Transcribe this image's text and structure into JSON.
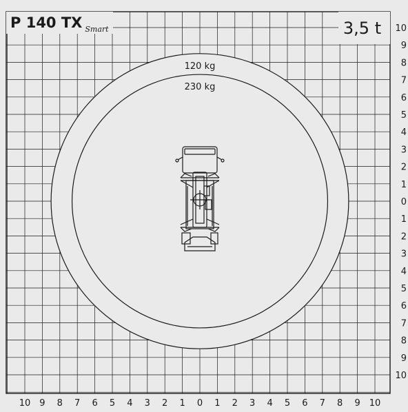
{
  "title": {
    "model": "P 140 TX",
    "variant": "Smart"
  },
  "capacity": "3,5 t",
  "chart_data": {
    "type": "diagram",
    "x_ticks": [
      "10",
      "9",
      "8",
      "7",
      "6",
      "5",
      "4",
      "3",
      "2",
      "1",
      "0",
      "1",
      "2",
      "3",
      "4",
      "5",
      "6",
      "7",
      "8",
      "9",
      "10"
    ],
    "y_ticks": [
      "10",
      "9",
      "8",
      "7",
      "6",
      "5",
      "4",
      "3",
      "2",
      "1",
      "0",
      "1",
      "2",
      "3",
      "4",
      "5",
      "6",
      "7",
      "8",
      "9",
      "10"
    ],
    "rings": [
      {
        "label": "120 kg",
        "radius": 8.5
      },
      {
        "label": "230 kg",
        "radius": 7.3
      }
    ],
    "grid": true,
    "colors": {
      "background": "#eaeaea",
      "line": "#1a1a1a"
    }
  }
}
